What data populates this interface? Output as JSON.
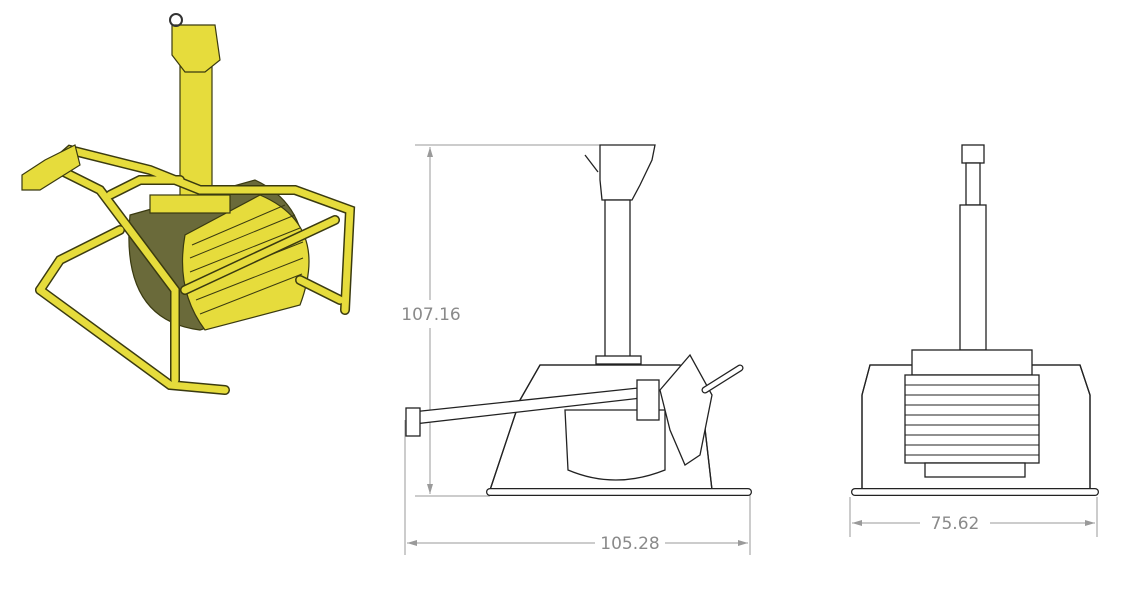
{
  "views": {
    "isometric": {
      "color": "#e6dc3c"
    },
    "side": {
      "height_dimension": "107.16",
      "width_dimension": "105.28"
    },
    "front": {
      "width_dimension": "75.62"
    }
  },
  "dimension_color": "#8a8a8a"
}
